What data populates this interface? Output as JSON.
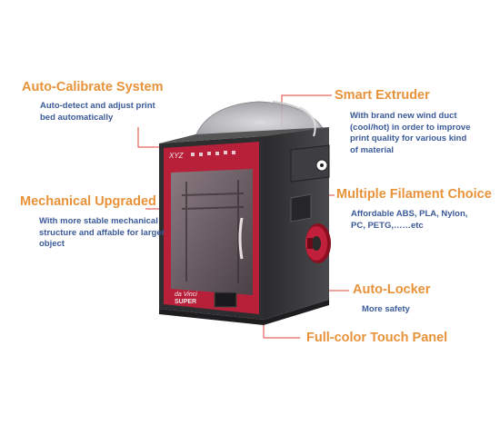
{
  "product": {
    "brand_mark": "XYZ",
    "model_line1": "da Vinci",
    "model_line2": "SUPER"
  },
  "features": {
    "auto_calibrate": {
      "title": "Auto-Calibrate System",
      "desc_line1": "Auto-detect and adjust print",
      "desc_line2": "bed  automatically"
    },
    "mechanical": {
      "title": "Mechanical Upgraded",
      "desc_line1": "With more stable mechanical",
      "desc_line2": "structure and affable for larger",
      "desc_line3": "object"
    },
    "smart_extruder": {
      "title": "Smart Extruder",
      "desc_line1": "With brand new wind duct",
      "desc_line2": "(cool/hot) in order to improve",
      "desc_line3": "print quality for various kind",
      "desc_line4": "of material"
    },
    "filament": {
      "title": "Multiple Filament Choice",
      "desc_line1": "Affordable ABS, PLA, Nylon,",
      "desc_line2": "PC, PETG,……etc"
    },
    "auto_locker": {
      "title": "Auto-Locker",
      "desc_line1": "More safety"
    },
    "touch_panel": {
      "title": "Full-color Touch Panel"
    }
  },
  "colors": {
    "title_orange": "#e8923a",
    "desc_blue": "#3a5a9a",
    "leader_red": "#e0403a",
    "body_dark": "#3a3a3c",
    "accent_red": "#b8203a"
  }
}
